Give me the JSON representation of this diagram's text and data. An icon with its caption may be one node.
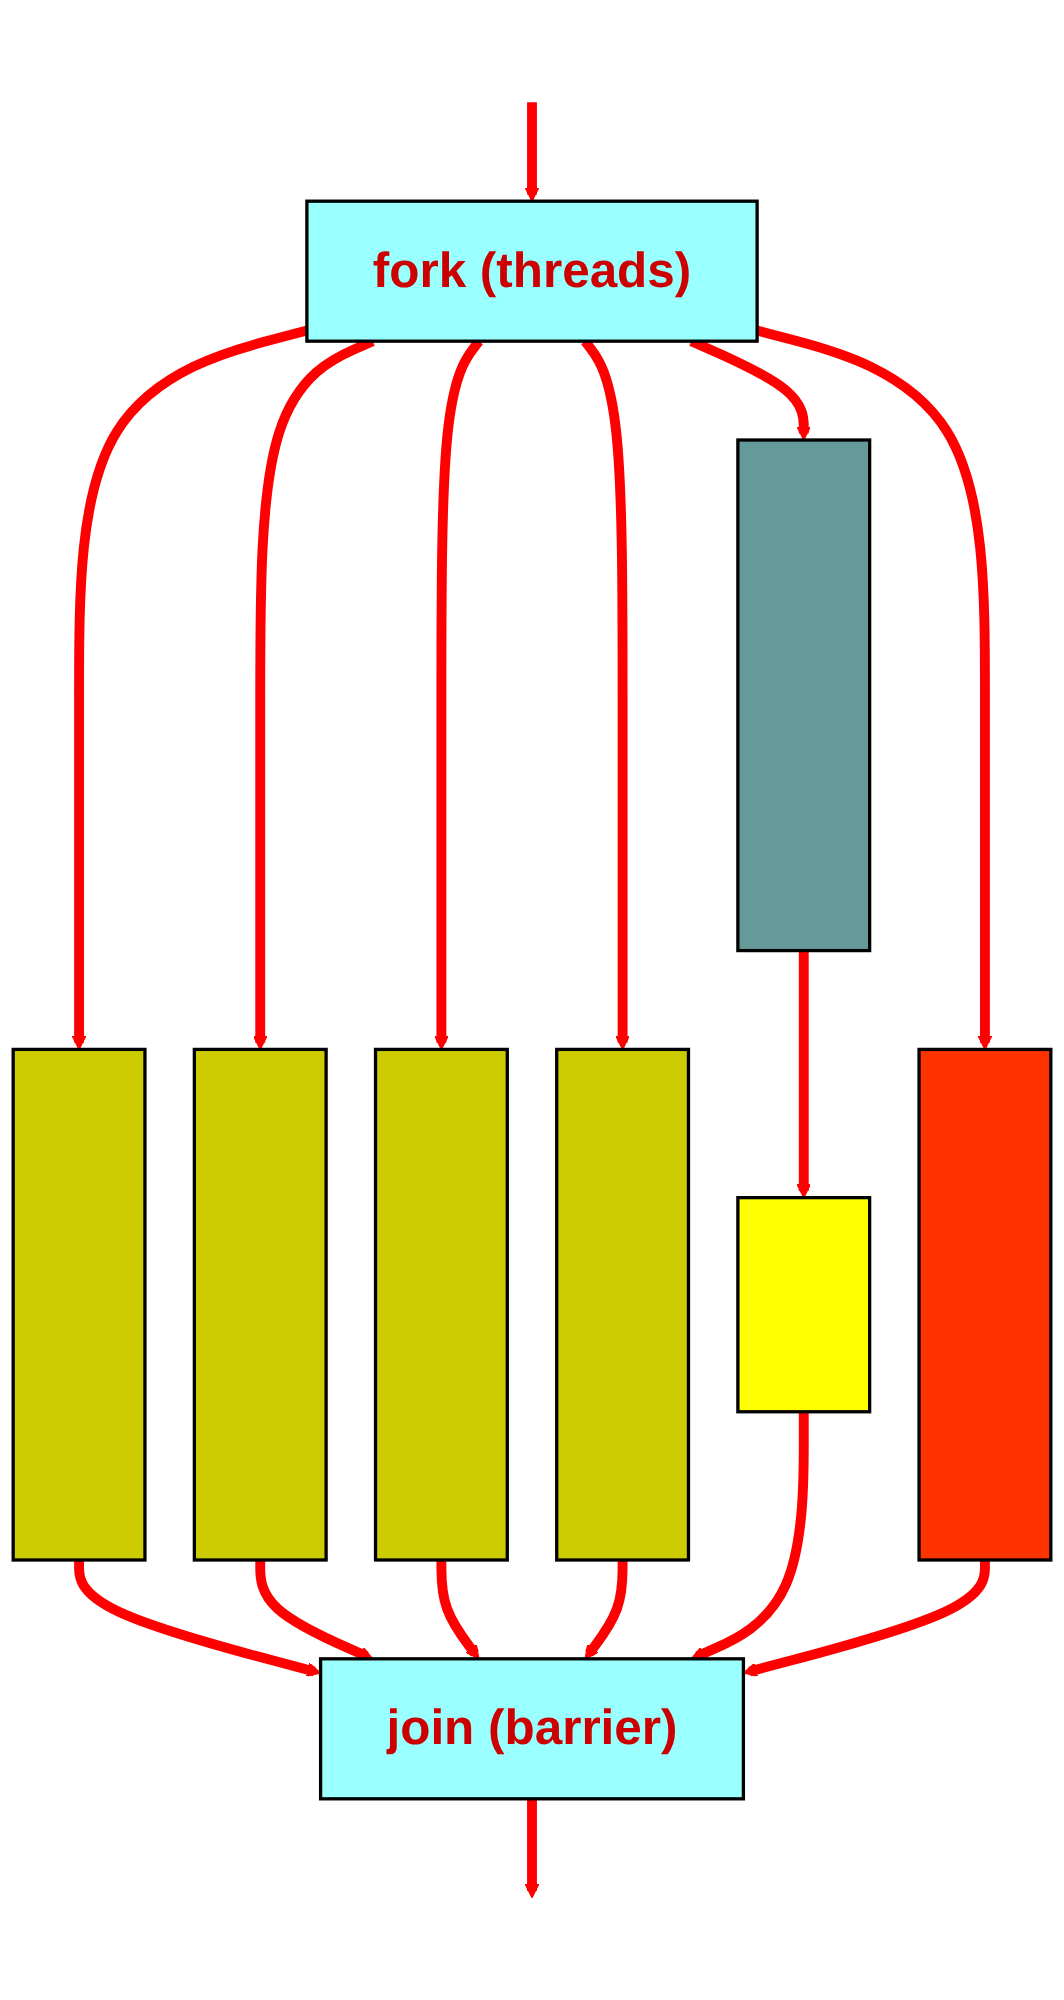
{
  "diagram": {
    "nodes": [
      {
        "text": [
          "fork (threads)"
        ]
      },
      {
        "text": [],
        "shape": "bar"
      },
      {
        "text": [],
        "shape": "bar"
      },
      {
        "text": [],
        "shape": "bar"
      },
      {
        "text": [],
        "shape": "bar"
      },
      {
        "text": [],
        "shape": "bar"
      },
      {
        "text": [],
        "shape": "bar"
      },
      {
        "text": [],
        "shape": "box"
      },
      {
        "text": [
          "join (barrier)"
        ]
      }
    ],
    "edges": [
      {
        "from": null,
        "to": 0,
        "arrow": "to"
      },
      {
        "from": 0,
        "to": 1,
        "arrow": "to"
      },
      {
        "from": 0,
        "to": 2,
        "arrow": "to"
      },
      {
        "from": 0,
        "to": 3,
        "arrow": "to"
      },
      {
        "from": 0,
        "to": 4,
        "arrow": "to"
      },
      {
        "from": 0,
        "to": 5,
        "arrow": "to"
      },
      {
        "from": 0,
        "to": 6,
        "arrow": "to"
      },
      {
        "from": 5,
        "to": 7,
        "arrow": "to"
      },
      {
        "from": 1,
        "to": 8,
        "arrow": "to"
      },
      {
        "from": 2,
        "to": 8,
        "arrow": "to"
      },
      {
        "from": 3,
        "to": 8,
        "arrow": "to"
      },
      {
        "from": 4,
        "to": 8,
        "arrow": "to"
      },
      {
        "from": 7,
        "to": 8,
        "arrow": "to"
      },
      {
        "from": 6,
        "to": 8,
        "arrow": "to"
      },
      {
        "from": 8,
        "to": null,
        "arrow": "to"
      }
    ]
  }
}
